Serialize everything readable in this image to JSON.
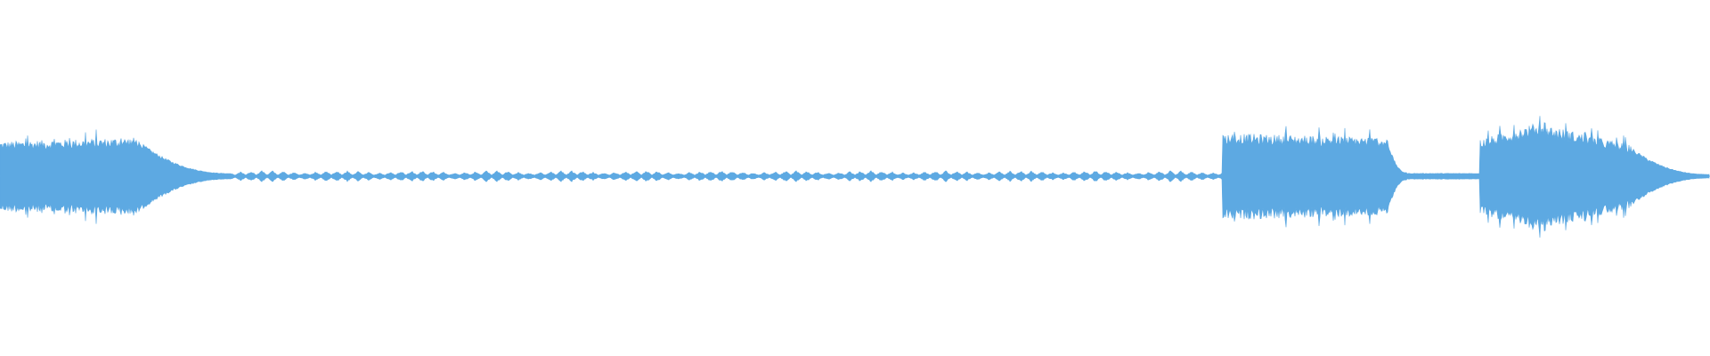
{
  "waveform": {
    "color": "#5DA9E2",
    "background": "#FFFFFF",
    "envelope_segments": [
      {
        "t0": 0.0,
        "t1": 0.081,
        "a0": 0.34,
        "a1": 0.38,
        "kind": "dense"
      },
      {
        "t0": 0.081,
        "t1": 0.135,
        "a0": 0.38,
        "a1": 0.03,
        "kind": "decay"
      },
      {
        "t0": 0.135,
        "t1": 0.715,
        "a0": 0.03,
        "a1": 0.02,
        "kind": "pulses"
      },
      {
        "t0": 0.715,
        "t1": 0.812,
        "a0": 0.42,
        "a1": 0.38,
        "kind": "dense"
      },
      {
        "t0": 0.812,
        "t1": 0.823,
        "a0": 0.38,
        "a1": 0.04,
        "kind": "decay"
      },
      {
        "t0": 0.823,
        "t1": 0.866,
        "a0": 0.03,
        "a1": 0.03,
        "kind": "flat"
      },
      {
        "t0": 0.866,
        "t1": 0.905,
        "a0": 0.36,
        "a1": 0.55,
        "kind": "dense"
      },
      {
        "t0": 0.905,
        "t1": 0.955,
        "a0": 0.5,
        "a1": 0.3,
        "kind": "dense"
      },
      {
        "t0": 0.955,
        "t1": 1.0,
        "a0": 0.3,
        "a1": 0.02,
        "kind": "decay"
      }
    ]
  }
}
